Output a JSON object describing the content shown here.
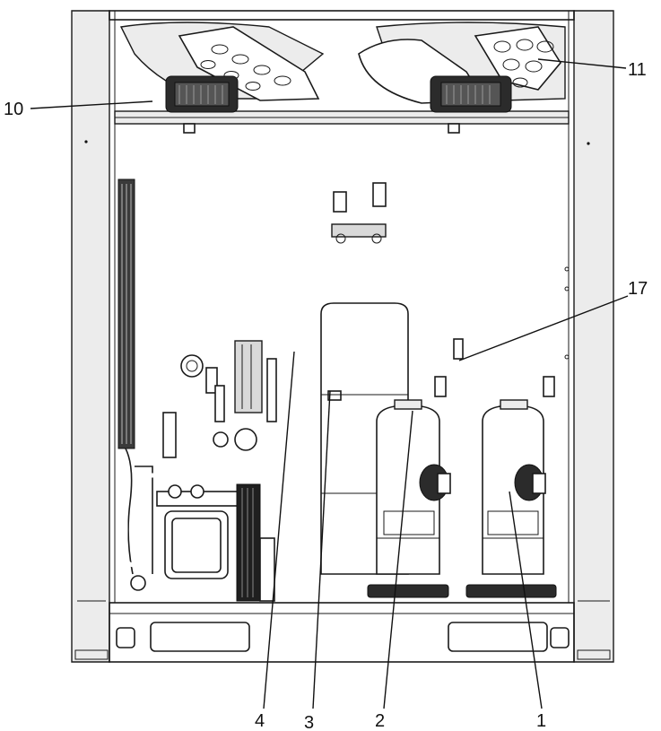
{
  "callouts": {
    "c10": "10",
    "c11": "11",
    "c17": "17",
    "c4": "4",
    "c3": "3",
    "c2": "2",
    "c1": "1"
  }
}
